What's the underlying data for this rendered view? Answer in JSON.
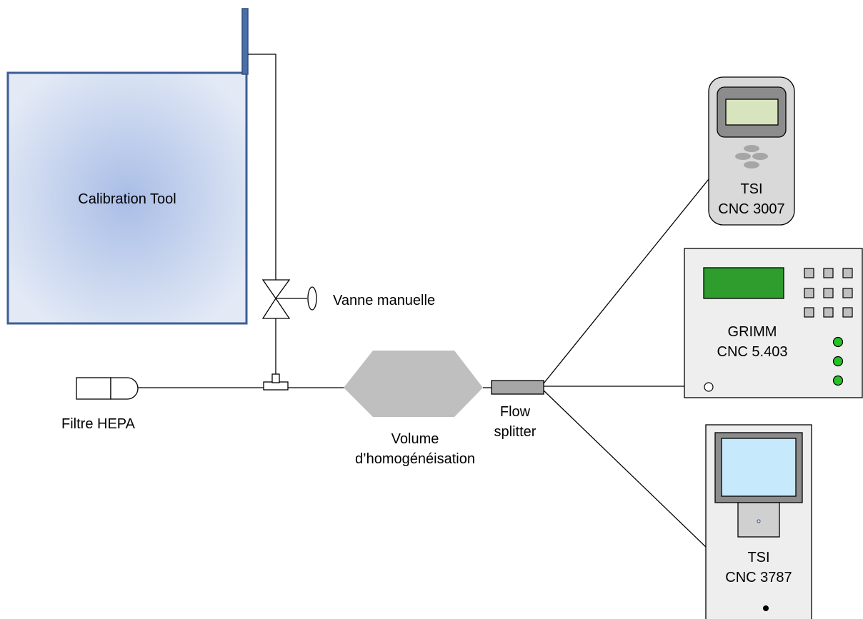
{
  "labels": {
    "calibration_tool": "Calibration Tool",
    "vanne": "Vanne manuelle",
    "filtre": "Filtre HEPA",
    "volume_line1": "Volume",
    "volume_line2": "d’homogénéisation",
    "splitter_line1": "Flow",
    "splitter_line2": "splitter",
    "tsi3007_line1": "TSI",
    "tsi3007_line2": "CNC 3007",
    "grimm_line1": "GRIMM",
    "grimm_line2": "CNC 5.403",
    "tsi3787_line1": "TSI",
    "tsi3787_line2": "CNC 3787"
  },
  "colors": {
    "tank_border": "#3b5f95",
    "tank_center": "#a9bde6",
    "tank_edge": "#dce5f4",
    "volume_fill": "#bfbfbf",
    "splitter_fill": "#a6a6a6",
    "device_body": "#eeeeee",
    "device_screen_dark": "#8c8c8c",
    "tsi3007_screen": "#d7e4bd",
    "grimm_screen": "#2e9d2e",
    "grimm_led": "#26c226",
    "tsi3787_screen": "#c6e9fb"
  },
  "icons": [
    "manual-valve-icon",
    "hepa-filter-icon",
    "t-junction-icon",
    "knob-icon"
  ]
}
